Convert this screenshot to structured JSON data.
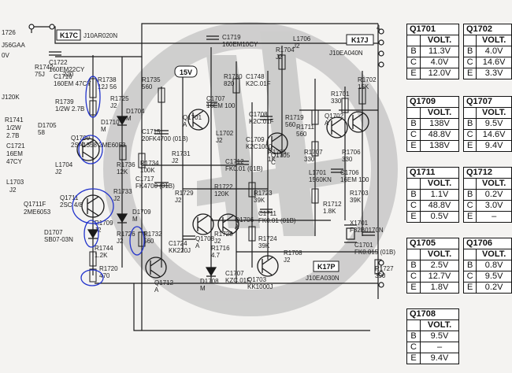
{
  "connectors": {
    "k17c": {
      "name": "K17C",
      "part": "J10AR020N"
    },
    "k17j": {
      "name": "K17J",
      "part": "J10EA040N",
      "pin": "4"
    },
    "k17p": {
      "name": "K17P",
      "part": "J10EA030N"
    }
  },
  "supply_label": "15V",
  "left_edge": [
    "1726",
    "J56GAA",
    "0V",
    "J120K",
    "R1741",
    "1/2W",
    "2.7B",
    "C1721",
    "16EM",
    "47CY",
    "L1703",
    "J2",
    "Q1711F",
    "2ME6053"
  ],
  "components": {
    "c1722": {
      "ref": "C1722",
      "val": "160EM22CY"
    },
    "r1742": {
      "ref": "R1742",
      "val": "75J",
      "note": "220"
    },
    "c1719": {
      "ref": "C1719",
      "val": "160EM10CY"
    },
    "l1706": {
      "ref": "L1706",
      "val": "J2"
    },
    "r1704": {
      "ref": "R1704",
      "val": "J2"
    },
    "c1716": {
      "ref": "C1716",
      "val": "160EM",
      "val2": "47CY"
    },
    "r1738": {
      "ref": "R1738",
      "val": "12J",
      "val2": "56"
    },
    "r1739": {
      "ref": "R1739",
      "val": "1/2W",
      "val2": "2.7B"
    },
    "r1735": {
      "ref": "R1735",
      "val": "560"
    },
    "r1725": {
      "ref": "R1725",
      "val": "J2"
    },
    "r1730": {
      "ref": "R1730",
      "val": "820"
    },
    "c1748": {
      "ref": "C1748",
      "val": "K2C.01F"
    },
    "r1702": {
      "ref": "R1702",
      "val": "15K"
    },
    "d1705": {
      "ref": "D1705",
      "val": "58"
    },
    "d1710": {
      "ref": "D1710",
      "val": "M"
    },
    "d1704": {
      "ref": "D1704",
      "val": "M"
    },
    "c1715": {
      "ref": "C1715",
      "val": "20FK4700",
      "val2": "(01B)"
    },
    "q1701": {
      "ref": "Q1701",
      "val": "A"
    },
    "c1707": {
      "ref": "C1707",
      "val": "16EM",
      "val2": "100"
    },
    "c1708": {
      "ref": "C1708",
      "val": "K2C.01F"
    },
    "r1719": {
      "ref": "R1719",
      "val": "560"
    },
    "r1711": {
      "ref": "R1711",
      "val": "560"
    },
    "q1702": {
      "ref": "Q1702",
      "val": "A"
    },
    "r1701": {
      "ref": "R1701",
      "val": "330"
    },
    "r1707": {
      "ref": "R1707",
      "val": "330"
    },
    "q1709": {
      "ref": "Q1709",
      "val": "2SA1358",
      "val2": "2ME6053"
    },
    "l1704": {
      "ref": "L1704",
      "val": "J2"
    },
    "r1736": {
      "ref": "R1736",
      "val": "12K"
    },
    "r1734": {
      "ref": "R1734",
      "val": "100K"
    },
    "r1731": {
      "ref": "R1731",
      "val": "J2"
    },
    "r1733": {
      "ref": "R1733",
      "val": "J2"
    },
    "l1702": {
      "ref": "L1702",
      "val": "J2"
    },
    "c1709": {
      "ref": "C1709",
      "val": "K2C1000"
    },
    "c1712": {
      "ref": "C1712",
      "val": "FK0.01",
      "val2": "(01B)"
    },
    "r1705": {
      "ref": "R1705",
      "val": "1K"
    },
    "q1705": {
      "ref": "Q1705",
      "val": "C"
    },
    "r1706": {
      "ref": "R1706",
      "val": "330"
    },
    "c1706": {
      "ref": "C1706",
      "val": "16EM",
      "val2": "100"
    },
    "l1701": {
      "ref": "L1701",
      "val": "1560KN"
    },
    "c1717": {
      "ref": "C1717",
      "val": "FK4700",
      "val2": "(01B)"
    },
    "r1729": {
      "ref": "R1729",
      "val": "J2"
    },
    "r1722": {
      "ref": "R1722",
      "val": "120K"
    },
    "r1723": {
      "ref": "R1723",
      "val": "39K"
    },
    "r1703": {
      "ref": "R1703",
      "val": "39K"
    },
    "r1712": {
      "ref": "R1712",
      "val": "1.8K"
    },
    "q1708": {
      "ref": "Q1708",
      "val": "A"
    },
    "q1706": {
      "ref": "Q1706",
      "val": "A"
    },
    "c1711": {
      "ref": "C1711",
      "val": "FK0.01",
      "val2": "(01B)"
    },
    "r1724": {
      "ref": "R1724",
      "val": "39K"
    },
    "x1701": {
      "ref": "X1701",
      "val": "F32B0170N"
    },
    "c1701": {
      "ref": "C1701",
      "val": "FK0.015",
      "val2": "(01B)"
    },
    "r1728": {
      "ref": "R1728",
      "val": "J2"
    },
    "d1707": {
      "ref": "D1707",
      "val": "SB07-03N"
    },
    "r1709": {
      "ref": "R1709",
      "val": "J2"
    },
    "r1726": {
      "ref": "R1726",
      "val": "J2"
    },
    "r1732": {
      "ref": "R1732",
      "val": "560"
    },
    "c1724": {
      "ref": "C1724",
      "val": "KK220J"
    },
    "d1708": {
      "ref": "D1708",
      "val": "M"
    },
    "r1716": {
      "ref": "R1716",
      "val": "4.7"
    },
    "c1707b": {
      "ref": "C1707",
      "val": "KZC.01F"
    },
    "q1703": {
      "ref": "Q1703",
      "val": "KK1000J"
    },
    "r1708": {
      "ref": "R1708",
      "val": "J2"
    },
    "r1744": {
      "ref": "R1744",
      "val": "1.2K"
    },
    "q1712": {
      "ref": "Q1712",
      "val": "A"
    },
    "r1727": {
      "ref": "R1727",
      "val": "390"
    },
    "d1709": {
      "ref": "D1709",
      "val": "M"
    },
    "r1720": {
      "ref": "R1720",
      "val": "470"
    },
    "q1711": {
      "ref": "Q1711",
      "val": "2SC",
      "val2": "4/8"
    }
  },
  "voltage_tables": [
    {
      "id": "Q1701",
      "rows": [
        [
          "B",
          "11.3V"
        ],
        [
          "C",
          "4.0V"
        ],
        [
          "E",
          "12.0V"
        ]
      ]
    },
    {
      "id": "Q1702",
      "rows": [
        [
          "B",
          "4.0V"
        ],
        [
          "C",
          "14.6V"
        ],
        [
          "E",
          "3.3V"
        ]
      ]
    },
    {
      "id": "Q1709",
      "rows": [
        [
          "B",
          "138V"
        ],
        [
          "C",
          "48.8V"
        ],
        [
          "E",
          "138V"
        ]
      ]
    },
    {
      "id": "Q1707",
      "rows": [
        [
          "B",
          "9.5V"
        ],
        [
          "C",
          "14.6V"
        ],
        [
          "E",
          "9.4V"
        ]
      ]
    },
    {
      "id": "Q1711",
      "rows": [
        [
          "B",
          "1.1V"
        ],
        [
          "C",
          "48.8V"
        ],
        [
          "E",
          "0.5V"
        ]
      ]
    },
    {
      "id": "Q1712",
      "rows": [
        [
          "B",
          "0.2V"
        ],
        [
          "C",
          "3.0V"
        ],
        [
          "E",
          "–"
        ]
      ]
    },
    {
      "id": "Q1705",
      "rows": [
        [
          "B",
          "2.5V"
        ],
        [
          "C",
          "12.7V"
        ],
        [
          "E",
          "1.8V"
        ]
      ]
    },
    {
      "id": "Q1706",
      "rows": [
        [
          "B",
          "0.8V"
        ],
        [
          "C",
          "9.5V"
        ],
        [
          "E",
          "0.2V"
        ]
      ]
    },
    {
      "id": "Q1708",
      "rows": [
        [
          "B",
          "9.5V"
        ],
        [
          "C",
          "–"
        ],
        [
          "E",
          "9.4V"
        ]
      ]
    }
  ],
  "volt_header": "VOLT.",
  "colors": {
    "ink": "#1a1a1a",
    "watermark": "#bdbdbd",
    "highlight": "#2233cc",
    "paper": "#f4f3f1"
  },
  "icons": [
    "watermark-logo",
    "transistor-symbol",
    "resistor-symbol",
    "capacitor-symbol",
    "diode-symbol"
  ]
}
